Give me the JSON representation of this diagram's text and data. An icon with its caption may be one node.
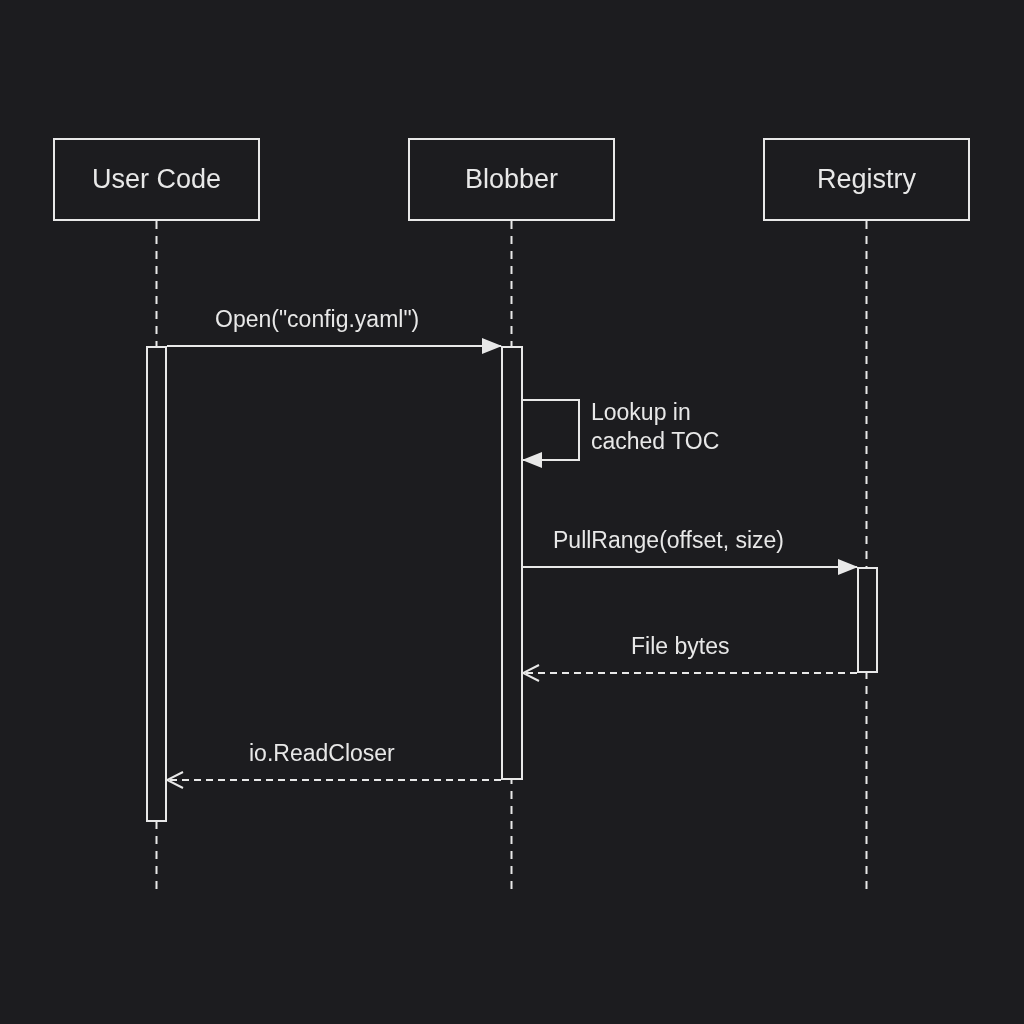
{
  "diagram": {
    "nodes": [
      {
        "text": [
          "User Code"
        ]
      },
      {
        "text": [
          "Blobber"
        ]
      },
      {
        "text": [
          "Registry"
        ]
      },
      {
        "text": [],
        "shape": "bar"
      },
      {
        "text": [],
        "shape": "bar"
      },
      {
        "text": [],
        "shape": "bar"
      }
    ],
    "edges": [
      {
        "from": 3,
        "to": 4,
        "arrow": "to",
        "label": "Open(\"config.yaml\")"
      },
      {
        "from": 4,
        "to": 4,
        "arrow": "to",
        "label": "Lookup in cached TOC"
      },
      {
        "from": 4,
        "to": 5,
        "arrow": "to",
        "label": "PullRange(offset, size)"
      },
      {
        "from": 5,
        "to": 4,
        "arrow": "to",
        "label": "File bytes",
        "style": "dashed"
      },
      {
        "from": 4,
        "to": 3,
        "arrow": "to",
        "label": "io.ReadCloser",
        "style": "dashed"
      }
    ]
  }
}
